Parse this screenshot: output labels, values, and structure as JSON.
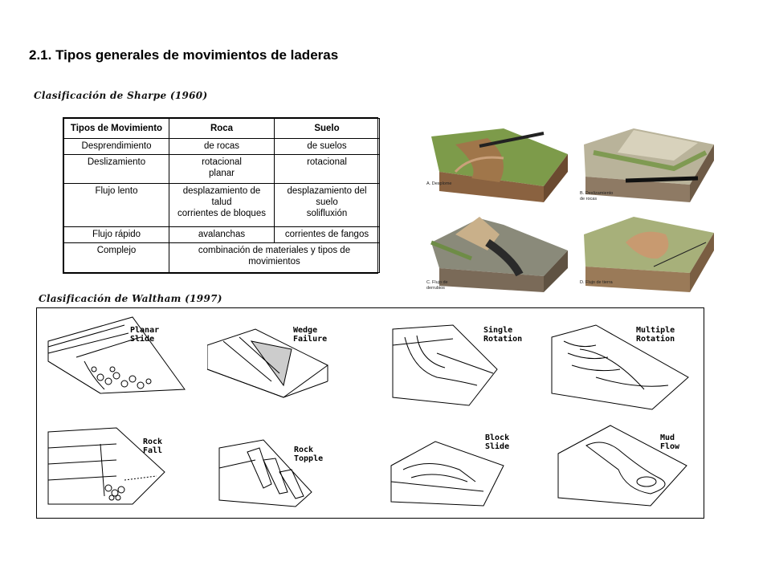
{
  "title": "2.1. Tipos generales de movimientos de laderas",
  "subtitles": {
    "sharpe": "Clasificación de Sharpe (1960)",
    "waltham": "Clasificación de Waltham (1997)"
  },
  "table": {
    "headers": [
      "Tipos de Movimiento",
      "Roca",
      "Suelo"
    ],
    "rows": [
      {
        "type": "Desprendimiento",
        "rock": "de rocas",
        "soil": "de suelos"
      },
      {
        "type": "Deslizamiento",
        "rock": "rotacional\nplanar",
        "soil": "rotacional"
      },
      {
        "type": "Flujo lento",
        "rock": "desplazamiento de\ntalud\ncorrientes de bloques",
        "soil": "desplazamiento del\nsuelo\nsolifluxión"
      },
      {
        "type": "Flujo rápido",
        "rock": "avalanchas",
        "soil": "corrientes de fangos"
      },
      {
        "type": "Complejo",
        "combined": "combinación de materiales y tipos de\nmovimientos"
      }
    ]
  },
  "block_diagrams": [
    {
      "caption": "A. Desplome"
    },
    {
      "caption": "B. Deslizamiento\nde rocas"
    },
    {
      "caption": "C. Flujo de\nderrubios"
    },
    {
      "caption": "D. Flujo de tierra"
    }
  ],
  "waltham_panels": [
    {
      "label": "Planar\nSlide"
    },
    {
      "label": "Wedge\nFailure"
    },
    {
      "label": "Single\nRotation"
    },
    {
      "label": "Multiple\nRotation"
    },
    {
      "label": "Rock\nFall"
    },
    {
      "label": "Rock\nTopple"
    },
    {
      "label": "Block\nSlide"
    },
    {
      "label": "Mud\nFlow"
    }
  ]
}
